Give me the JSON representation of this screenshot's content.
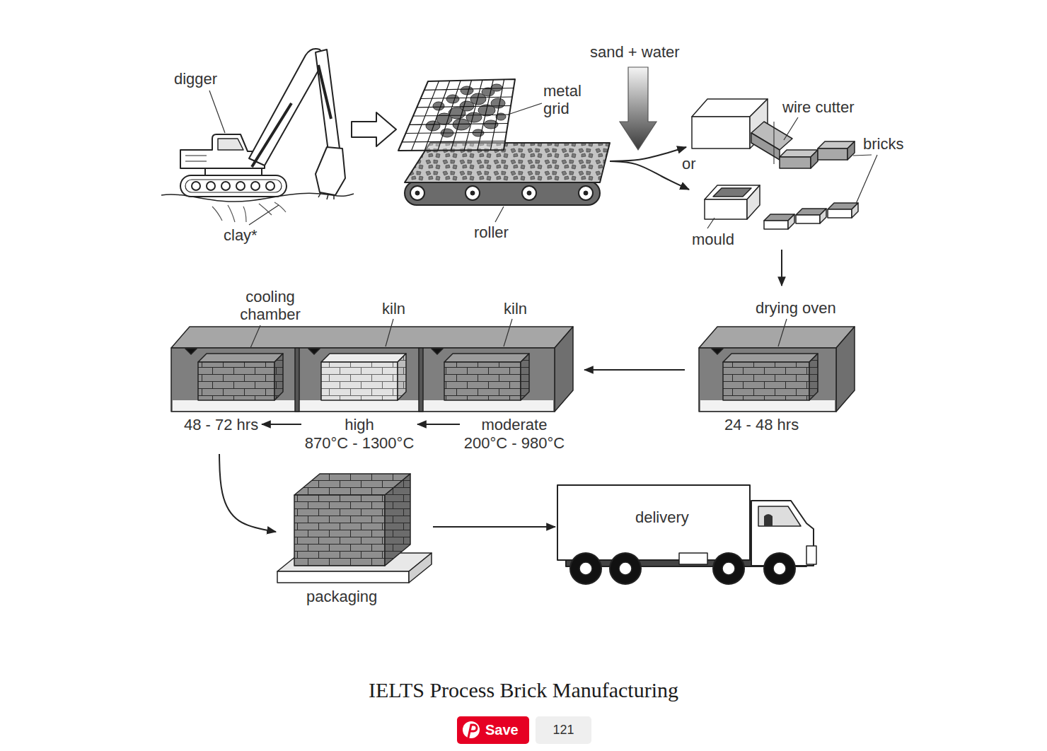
{
  "diagram": {
    "caption": "IELTS Process Brick Manufacturing",
    "nodes": [
      {
        "text": [
          "digger",
          "clay*"
        ]
      },
      {
        "text": [
          "metal grid",
          "roller"
        ]
      },
      {
        "text": [
          "wire cutter"
        ]
      },
      {
        "text": [
          "mould"
        ]
      },
      {
        "text": [
          "drying oven",
          "24 - 48 hrs"
        ]
      },
      {
        "text": [
          "48 - 72 hrs"
        ]
      },
      {
        "text": [
          "kiln",
          "high",
          "870°C - 1300°C"
        ]
      },
      {
        "text": [
          "kiln",
          "moderate",
          "200°C - 980°C"
        ]
      },
      {
        "text": [
          "packaging"
        ]
      },
      {
        "text": [
          "delivery"
        ]
      },
      {
        "text": [
          "Save"
        ]
      },
      {
        "text": [
          "121"
        ]
      }
    ],
    "edges": [
      {
        "from": 0,
        "to": 1,
        "arrow": "to"
      },
      {
        "from": 1,
        "to": 2,
        "arrow": "to"
      },
      {
        "from": 1,
        "to": 3,
        "arrow": "to"
      },
      {
        "from": 3,
        "to": 4,
        "arrow": "to"
      },
      {
        "from": 4,
        "to": 7,
        "arrow": "to"
      },
      {
        "from": 7,
        "to": 6,
        "arrow": "to"
      },
      {
        "from": 6,
        "to": 5,
        "arrow": "to"
      },
      {
        "from": 5,
        "to": 8,
        "arrow": "to"
      },
      {
        "from": 8,
        "to": 9,
        "arrow": "to"
      }
    ],
    "labels": [
      "sand + water",
      "or",
      "bricks",
      "cooling chamber"
    ]
  }
}
